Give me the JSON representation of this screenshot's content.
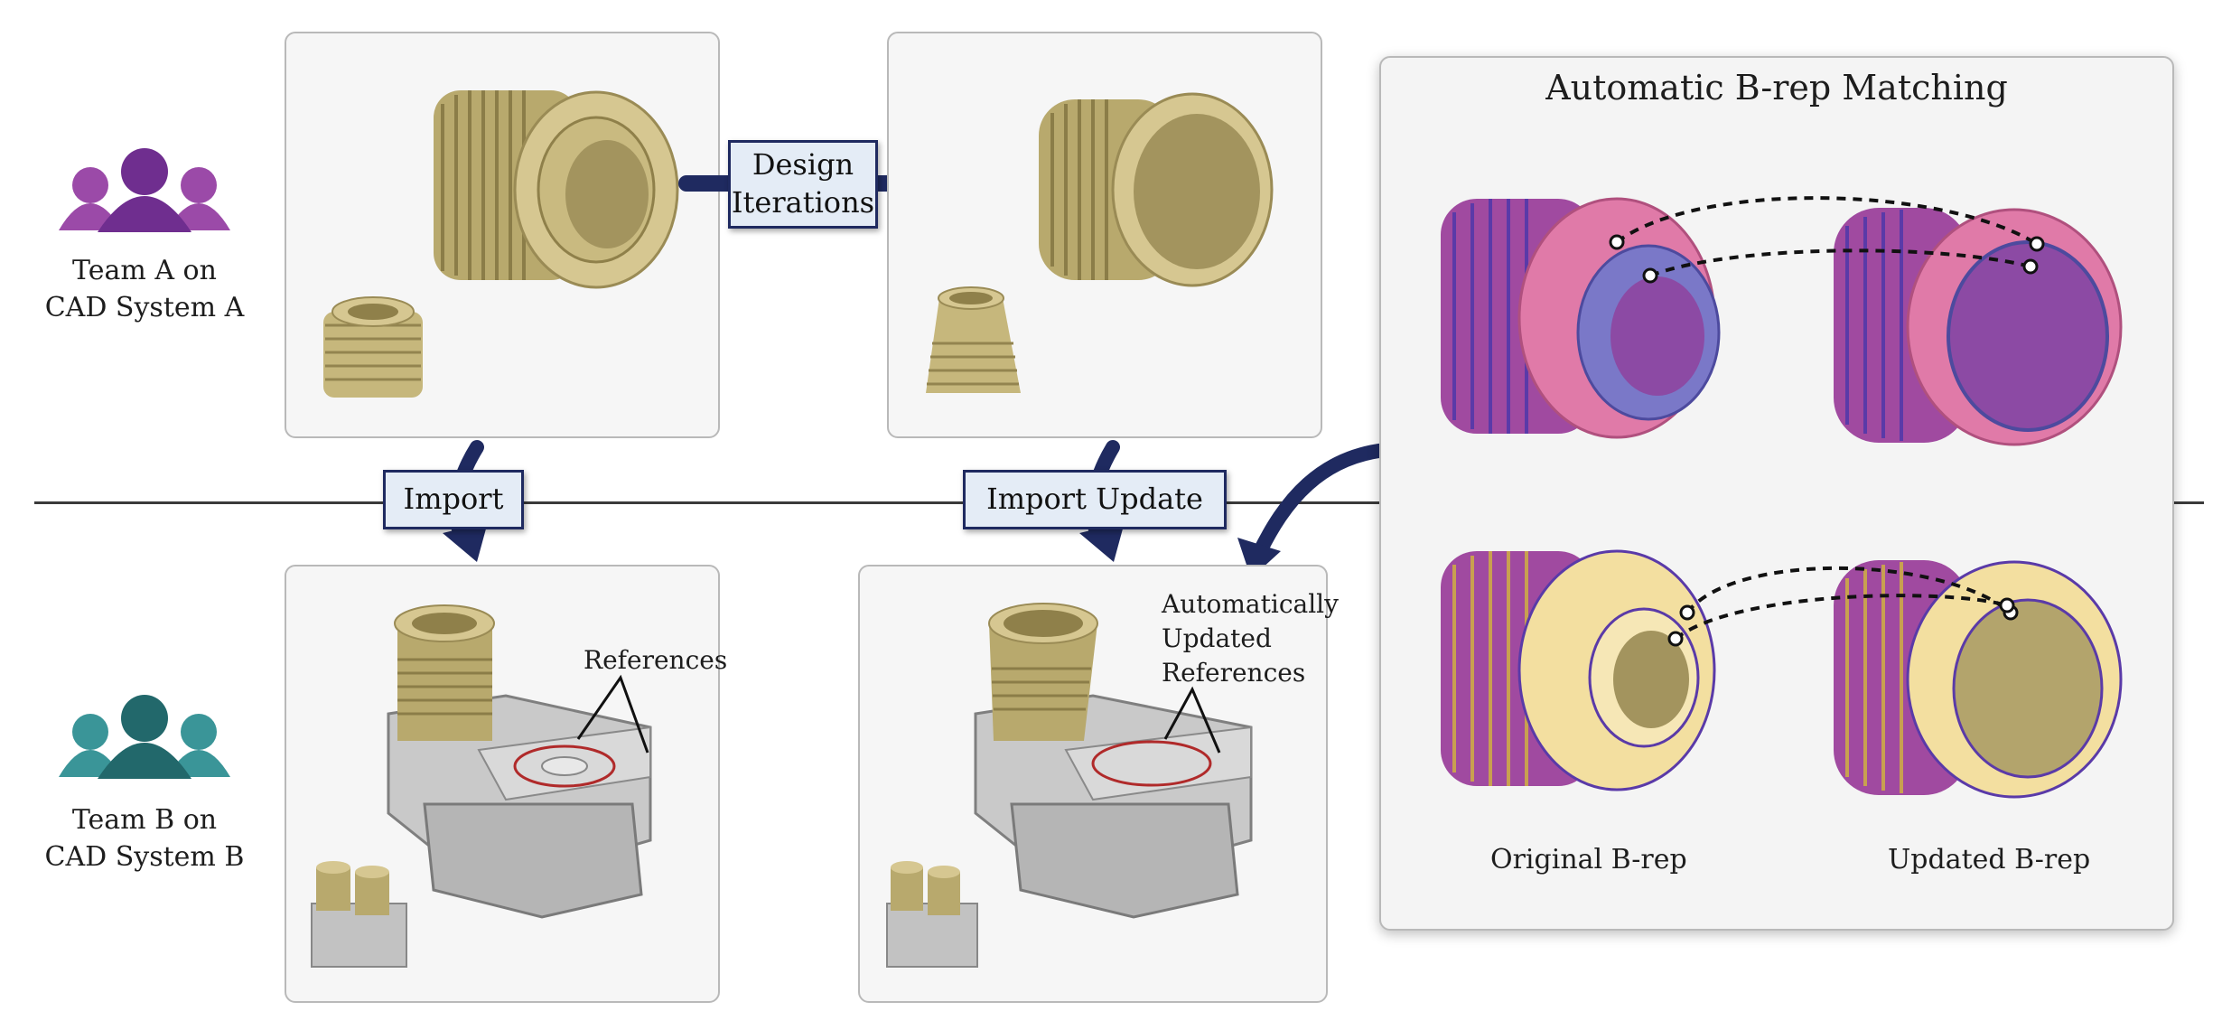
{
  "teams": {
    "a_label": "Team A on\nCAD System A",
    "b_label": "Team B on\nCAD System B"
  },
  "flow": {
    "design_iterations": "Design\nIterations",
    "import": "Import",
    "import_update": "Import Update"
  },
  "annotations": {
    "references": "References",
    "auto_updated_references": "Automatically\nUpdated\nReferences"
  },
  "matching": {
    "title": "Automatic B-rep Matching",
    "original_caption": "Original B-rep",
    "updated_caption": "Updated B-rep"
  },
  "colors": {
    "navy": "#1f2a60",
    "team_a_purple": "#7d3c98",
    "team_b_teal": "#2f7f82",
    "part_tan": "#cdbf86",
    "match_pink": "#e07aa8",
    "match_blue": "#7a78c8",
    "match_cream": "#f3dfa0"
  }
}
